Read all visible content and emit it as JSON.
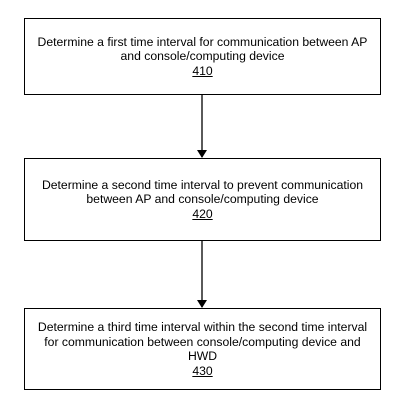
{
  "steps": [
    {
      "text": "Determine a first time interval for communication between AP and console/computing device",
      "ref": "410"
    },
    {
      "text": "Determine a second time interval to prevent communication between AP and console/computing device",
      "ref": "420"
    },
    {
      "text": "Determine a third time interval within the second time interval for communication between console/computing device and HWD",
      "ref": "430"
    }
  ]
}
